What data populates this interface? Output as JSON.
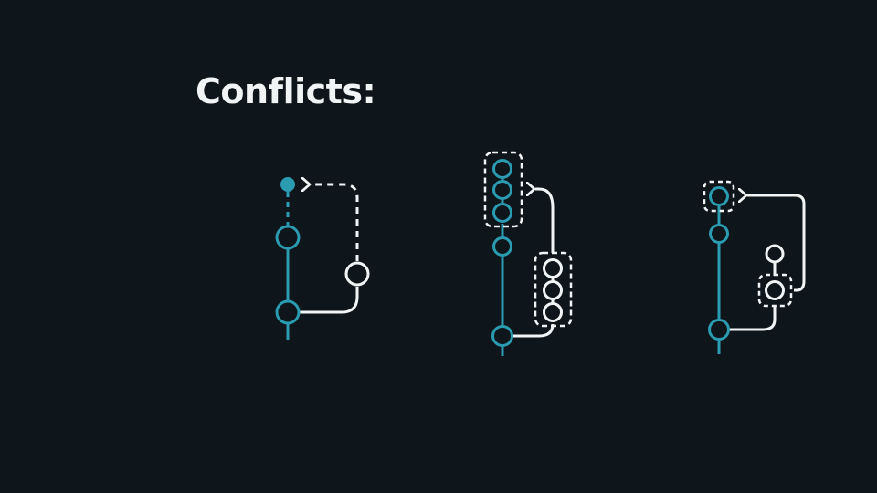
{
  "title": "Conflicts:",
  "colors": {
    "background": "#0e151b",
    "main_branch": "#2a9bb0",
    "feature_branch": "#f1f4f5",
    "title_text": "#f1f4f5"
  },
  "diagrams": [
    {
      "name": "merge-conflict",
      "main_commits": 3,
      "feature_commits": 1,
      "selected_groups": 0
    },
    {
      "name": "rebase-conflict",
      "main_commits": 5,
      "feature_commits": 3,
      "selected_groups": 2
    },
    {
      "name": "cherry-pick-conflict",
      "main_commits": 3,
      "feature_commits": 2,
      "selected_groups": 2
    }
  ]
}
